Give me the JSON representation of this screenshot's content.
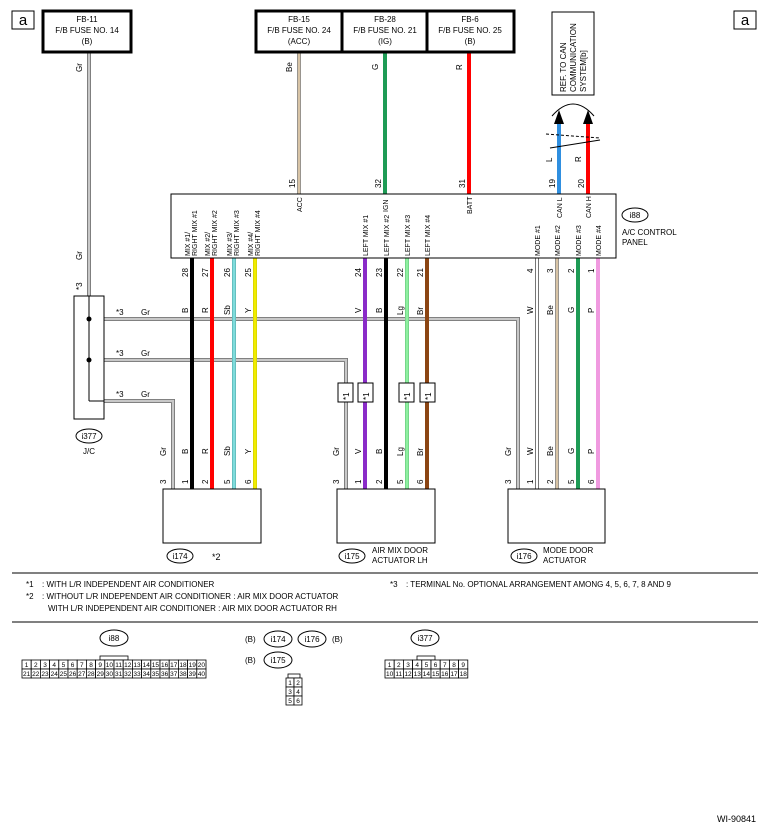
{
  "corner_marks": {
    "left": "a",
    "right": "a"
  },
  "fuses": [
    {
      "line1": "FB-11",
      "line2": "F/B FUSE NO. 14",
      "line3": "(B)",
      "wire": "Gr"
    },
    {
      "line1": "FB-15",
      "line2": "F/B FUSE NO. 24",
      "line3": "(ACC)",
      "wire": "Be"
    },
    {
      "line1": "FB-28",
      "line2": "F/B FUSE NO. 21",
      "line3": "(IG)",
      "wire": "G"
    },
    {
      "line1": "FB-6",
      "line2": "F/B FUSE NO. 25",
      "line3": "(B)",
      "wire": "R"
    }
  ],
  "can_ref": {
    "line1": "REF. TO CAN",
    "line2": "COMMUNICATION",
    "line3": "SYSTEM[b]"
  },
  "can_wires": {
    "left": "L",
    "right": "R"
  },
  "panel": {
    "id": "i88",
    "name1": "A/C CONTROL",
    "name2": "PANEL",
    "top_pins": [
      {
        "pin": "15",
        "label": "ACC"
      },
      {
        "pin": "32",
        "label": "IGN"
      },
      {
        "pin": "31",
        "label": "BATT"
      },
      {
        "pin": "19",
        "label": "CAN L"
      },
      {
        "pin": "20",
        "label": "CAN H"
      }
    ],
    "bottom_pins": [
      {
        "pin": "28",
        "label1": "MIX #1/",
        "label2": "RIGHT MIX #1",
        "wire": "B"
      },
      {
        "pin": "27",
        "label1": "MIX #2/",
        "label2": "RIGHT MIX #2",
        "wire": "R"
      },
      {
        "pin": "26",
        "label1": "MIX #3/",
        "label2": "RIGHT MIX #3",
        "wire": "Sb"
      },
      {
        "pin": "25",
        "label1": "MIX #4/",
        "label2": "RIGHT MIX #4",
        "wire": "Y"
      },
      {
        "pin": "24",
        "label1": "LEFT MIX #1",
        "label2": "",
        "wire": "V"
      },
      {
        "pin": "23",
        "label1": "LEFT MIX #2",
        "label2": "",
        "wire": "B"
      },
      {
        "pin": "22",
        "label1": "LEFT MIX #3",
        "label2": "",
        "wire": "Lg"
      },
      {
        "pin": "21",
        "label1": "LEFT MIX #4",
        "label2": "",
        "wire": "Br"
      },
      {
        "pin": "4",
        "label1": "MODE #1",
        "label2": "",
        "wire": "W"
      },
      {
        "pin": "3",
        "label1": "MODE #2",
        "label2": "",
        "wire": "Be"
      },
      {
        "pin": "2",
        "label1": "MODE #3",
        "label2": "",
        "wire": "G"
      },
      {
        "pin": "1",
        "label1": "MODE #4",
        "label2": "",
        "wire": "P"
      }
    ]
  },
  "jc": {
    "id": "i377",
    "name": "J/C",
    "top_label": "*3",
    "top_wire": "Gr"
  },
  "jc_branches": [
    {
      "mark": "*3",
      "wire": "Gr"
    },
    {
      "mark": "*3",
      "wire": "Gr"
    },
    {
      "mark": "*3",
      "wire": "Gr"
    }
  ],
  "star1_mark": "*1",
  "actuators": [
    {
      "id": "i174",
      "name1": "",
      "name2": "",
      "note": "*2",
      "pins": [
        {
          "pin": "3",
          "wire": "Gr"
        },
        {
          "pin": "1",
          "wire": "B"
        },
        {
          "pin": "2",
          "wire": "R"
        },
        {
          "pin": "5",
          "wire": "Sb"
        },
        {
          "pin": "6",
          "wire": "Y"
        }
      ]
    },
    {
      "id": "i175",
      "name1": "AIR MIX DOOR",
      "name2": "ACTUATOR LH",
      "note": "",
      "pins": [
        {
          "pin": "3",
          "wire": "Gr"
        },
        {
          "pin": "1",
          "wire": "V"
        },
        {
          "pin": "2",
          "wire": "B"
        },
        {
          "pin": "5",
          "wire": "Lg"
        },
        {
          "pin": "6",
          "wire": "Br"
        }
      ]
    },
    {
      "id": "i176",
      "name1": "MODE DOOR",
      "name2": "ACTUATOR",
      "note": "",
      "pins": [
        {
          "pin": "3",
          "wire": "Gr"
        },
        {
          "pin": "1",
          "wire": "W"
        },
        {
          "pin": "2",
          "wire": "Be"
        },
        {
          "pin": "5",
          "wire": "G"
        },
        {
          "pin": "6",
          "wire": "P"
        }
      ]
    }
  ],
  "notes": [
    {
      "mark": "*1",
      "text": ": WITH L/R INDEPENDENT AIR CONDITIONER"
    },
    {
      "mark": "*2",
      "text": ": WITHOUT L/R INDEPENDENT AIR CONDITIONER  : AIR MIX DOOR ACTUATOR"
    },
    {
      "mark": "",
      "text": "WITH L/R INDEPENDENT AIR CONDITIONER  : AIR MIX DOOR ACTUATOR RH"
    },
    {
      "mark": "*3",
      "text": ": TERMINAL No. OPTIONAL ARRANGEMENT AMONG 4, 5, 6, 7, 8 AND 9"
    }
  ],
  "connectors": {
    "i88": {
      "id": "i88",
      "row1": [
        "1",
        "2",
        "3",
        "4",
        "5",
        "6",
        "7",
        "8",
        "9",
        "10",
        "11",
        "12",
        "13",
        "14",
        "15",
        "16",
        "17",
        "18",
        "19",
        "20"
      ],
      "row2": [
        "21",
        "22",
        "23",
        "24",
        "25",
        "26",
        "27",
        "28",
        "29",
        "30",
        "31",
        "32",
        "33",
        "34",
        "35",
        "36",
        "37",
        "38",
        "39",
        "40"
      ]
    },
    "pair": {
      "color_left": "(B)",
      "id1": "i174",
      "id2": "i176",
      "color_right": "(B)"
    },
    "i175": {
      "color": "(B)",
      "id": "i175",
      "rows": [
        [
          "1",
          "2"
        ],
        [
          "3",
          "4"
        ],
        [
          "5",
          "6"
        ]
      ]
    },
    "i377": {
      "id": "i377",
      "row1": [
        "1",
        "2",
        "3",
        "4",
        "5",
        "6",
        "7",
        "8",
        "9"
      ],
      "row2": [
        "10",
        "11",
        "12",
        "13",
        "14",
        "15",
        "16",
        "17",
        "18"
      ]
    }
  },
  "doc_id": "WI-90841",
  "colors": {
    "Gr": "#c8c8c8",
    "Be": "#d8c4a6",
    "G": "#1e9b55",
    "R": "#ff0000",
    "L": "#2f8fe0",
    "B": "#000000",
    "Sb": "#7fdcdc",
    "Y": "#f0ec00",
    "V": "#8a2bc8",
    "Lg": "#8ef0a0",
    "Br": "#8b4513",
    "W": "#ffffff",
    "P": "#f09ae0"
  }
}
